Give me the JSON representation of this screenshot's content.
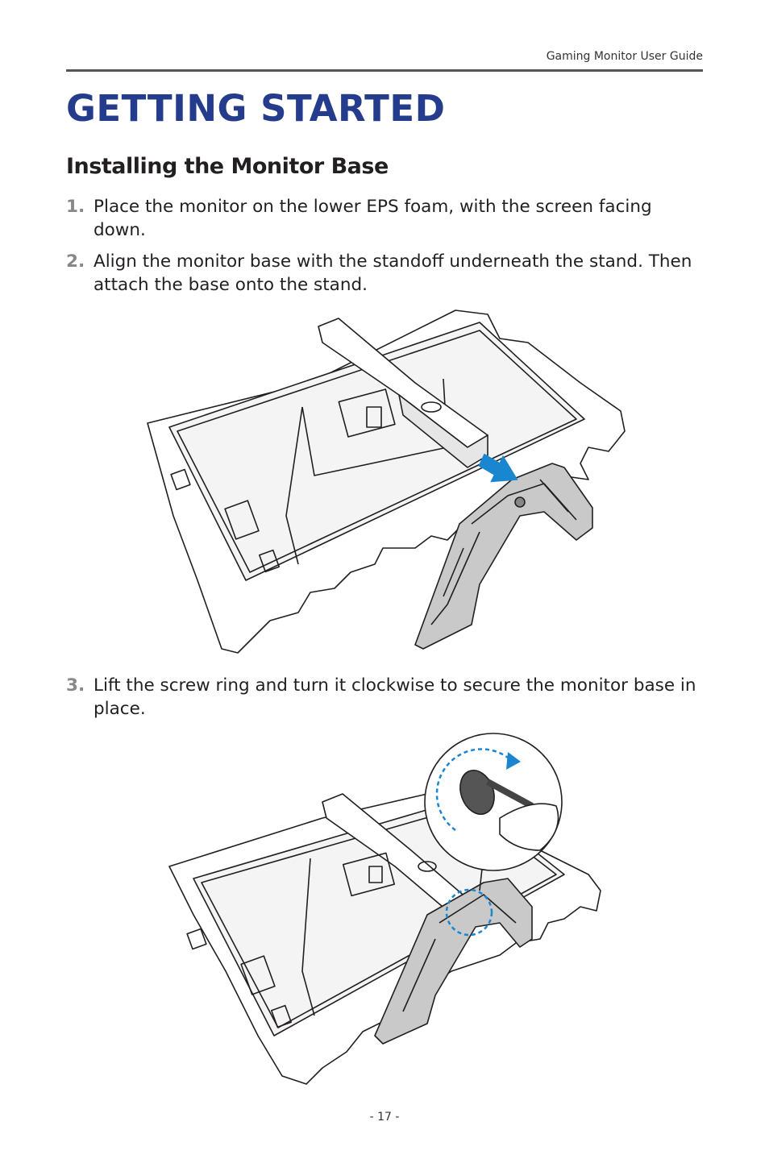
{
  "header": {
    "running_title": "Gaming Monitor User Guide"
  },
  "page_title": "GETTING STARTED",
  "section_title": "Installing the Monitor Base",
  "steps": [
    {
      "number": "1.",
      "text": "Place the monitor on the lower EPS foam, with the screen facing down."
    },
    {
      "number": "2.",
      "text": "Align the monitor base with the standoff underneath the stand. Then attach the base onto the stand."
    },
    {
      "number": "3.",
      "text": "Lift the screw ring and turn it clockwise to secure the monitor base in place."
    }
  ],
  "figures": [
    {
      "name": "attach-base-illustration",
      "arrow_color": "#1a86d0"
    },
    {
      "name": "screw-ring-illustration",
      "highlight_color": "#1a86d0"
    }
  ],
  "footer": {
    "page_number": "- 17 -"
  }
}
